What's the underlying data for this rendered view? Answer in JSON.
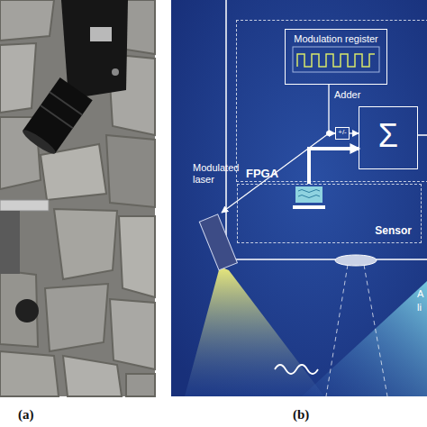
{
  "diagram": {
    "nodes": [
      {
        "text": [
          "FPGA"
        ]
      },
      {
        "text": [
          "Modulation register"
        ],
        "in": 0
      },
      {
        "text": [
          "+/-"
        ],
        "in": 0
      },
      {
        "text": [
          "Adder",
          "Σ"
        ],
        "in": 0
      },
      {
        "text": [
          "Sensor"
        ]
      }
    ],
    "edges": [
      {
        "from": 1,
        "to": 2,
        "arrow": "to"
      },
      {
        "from": 2,
        "to": 3,
        "arrow": "to"
      },
      {
        "from": 4,
        "to": 3,
        "arrow": "to"
      }
    ],
    "labels": [
      "Modulated laser",
      "A",
      "li",
      "(a)",
      "(b)"
    ]
  }
}
